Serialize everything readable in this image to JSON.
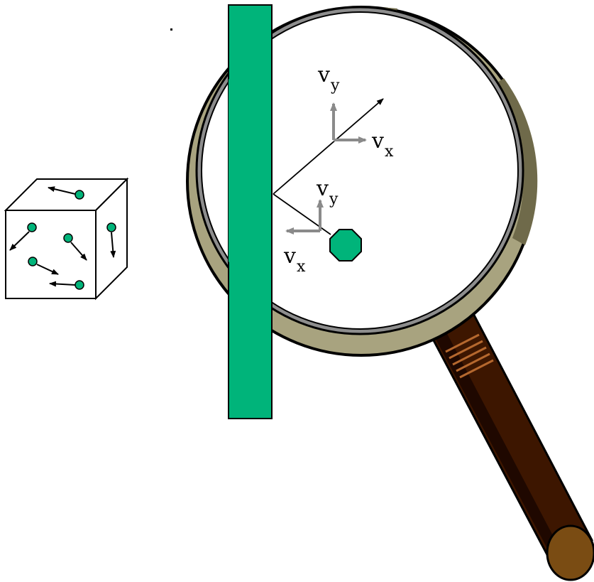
{
  "labels": {
    "v_main": "v",
    "y_sub": "y",
    "x_sub": "x"
  },
  "colors": {
    "wall": "#00b47a",
    "molecule": "#00b47a",
    "lens_rim_dark": "#6f6a4a",
    "lens_rim_light": "#a8a37f",
    "handle": "#3d1600",
    "handle_end": "#7a4c13",
    "component_arrow": "#8a8a8a"
  },
  "icons": {
    "container": "cube-container-icon",
    "magnifier": "magnifying-glass-icon"
  }
}
